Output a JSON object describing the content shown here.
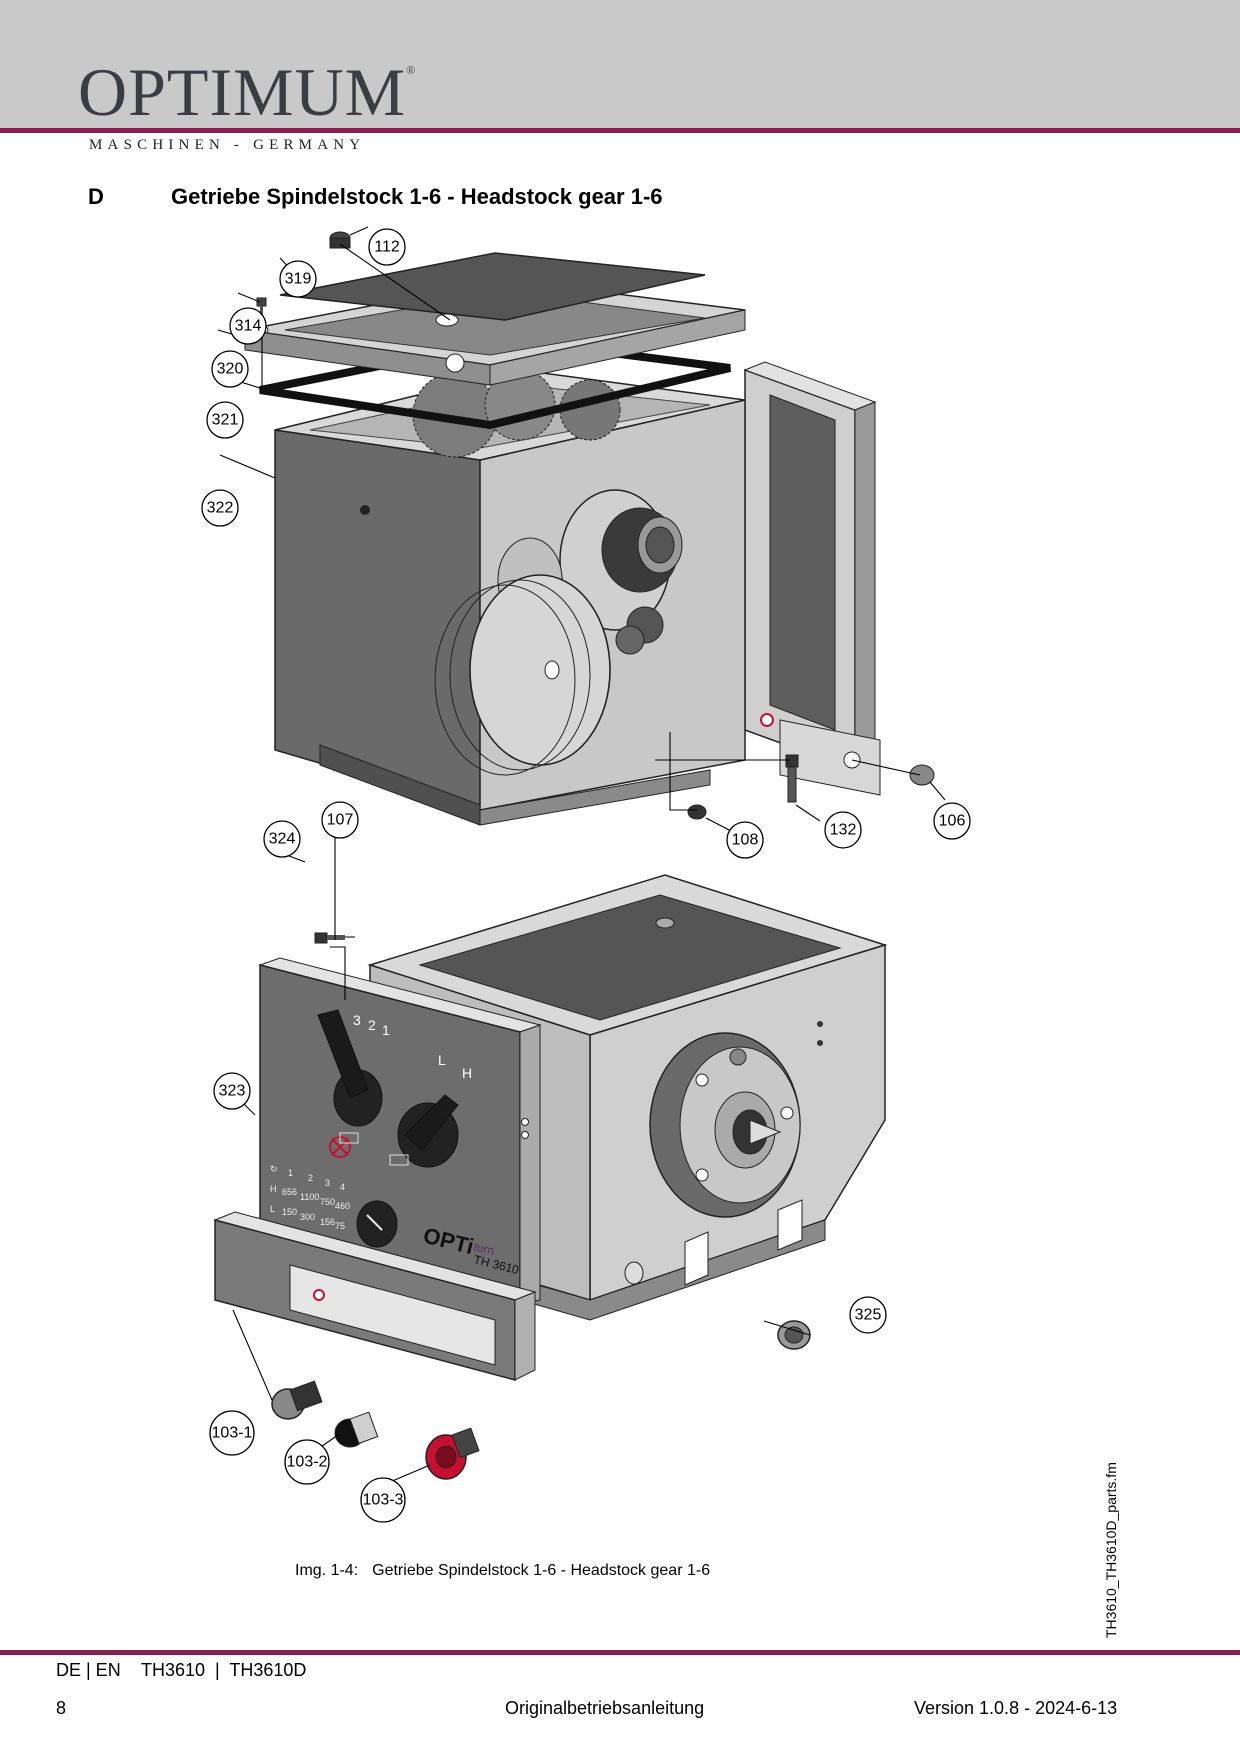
{
  "header": {
    "brand": "OPTIMUM",
    "registered_mark": "®",
    "tagline": "MASCHINEN - GERMANY"
  },
  "section": {
    "letter": "D",
    "title": "Getriebe Spindelstock 1-6 - Headstock gear 1-6"
  },
  "figure": {
    "callouts_top": [
      "112",
      "319",
      "314",
      "320",
      "321",
      "322",
      "108",
      "132",
      "106"
    ],
    "callouts_bottom": [
      "107",
      "324",
      "323",
      "325",
      "103-1",
      "103-2",
      "103-3"
    ],
    "panel": {
      "brand": "OPTi",
      "brand_sub": "turn",
      "model": "TH 3610",
      "gear_selector": [
        "3",
        "2",
        "1"
      ],
      "range_selector": [
        "L",
        "H"
      ],
      "speed_table": {
        "header": [
          "↻",
          "1",
          "2",
          "3",
          "4"
        ],
        "rows": [
          [
            "H",
            "656",
            "1100",
            "750",
            "460"
          ],
          [
            "L",
            "150",
            "300",
            "156",
            "75"
          ]
        ]
      }
    }
  },
  "caption": {
    "label": "Img. 1-4:",
    "text": "Getriebe Spindelstock 1-6 - Headstock gear 1-6"
  },
  "side_file": "TH3610_TH3610D_parts.fm",
  "footer": {
    "lang": "DE | EN",
    "models": "TH3610  |  TH3610D",
    "page": "8",
    "doc_type": "Originalbetriebsanleitung",
    "version": "Version 1.0.8 - 2024-6-13"
  },
  "colors": {
    "brand_rule": "#8c1d4f",
    "header_band": "#c9c9c9",
    "red_plug": "#c8102e"
  }
}
